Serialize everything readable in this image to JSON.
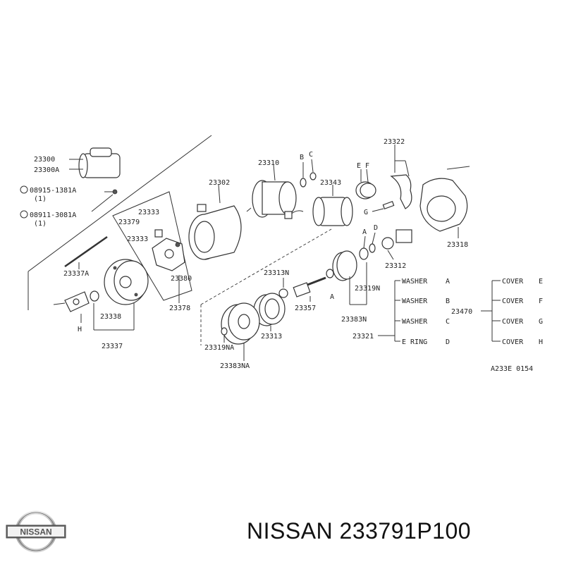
{
  "diagram": {
    "part_labels": {
      "p23300": "23300",
      "p23300A": "23300A",
      "bolt1": "08915-1381A",
      "bolt1_qty": "(1)",
      "bolt2": "08911-3081A",
      "bolt2_qty": "(1)",
      "p23302": "23302",
      "p23310": "23310",
      "p23343": "23343",
      "p23322": "23322",
      "p23333a": "23333",
      "p23379": "23379",
      "p23333b": "23333",
      "p23380": "23380",
      "p23337A": "23337A",
      "p23338": "23338",
      "p23337": "23337",
      "p23378": "23378",
      "p23313N": "23313N",
      "p23357": "23357",
      "p23313": "23313",
      "p23319NA": "23319NA",
      "p23383NA": "23383NA",
      "p23319N": "23319N",
      "p23383N": "23383N",
      "p23312": "23312",
      "p23318": "23318",
      "p23321": "23321",
      "p23470": "23470",
      "ref_b": "B",
      "ref_c": "C",
      "ref_e": "E",
      "ref_f": "F",
      "ref_g": "G",
      "ref_a1": "A",
      "ref_d": "D",
      "ref_a2": "A",
      "ref_h": "H"
    },
    "legend_left": [
      {
        "name": "WASHER",
        "code": "A"
      },
      {
        "name": "WASHER",
        "code": "B"
      },
      {
        "name": "WASHER",
        "code": "C"
      },
      {
        "name": "E RING",
        "code": "D"
      }
    ],
    "legend_right": [
      {
        "name": "COVER",
        "code": "E"
      },
      {
        "name": "COVER",
        "code": "F"
      },
      {
        "name": "COVER",
        "code": "G"
      },
      {
        "name": "COVER",
        "code": "H"
      }
    ],
    "figure_code": "A233E 0154"
  },
  "footer": {
    "logo_text": "NISSAN",
    "caption": "NISSAN 233791P100"
  }
}
